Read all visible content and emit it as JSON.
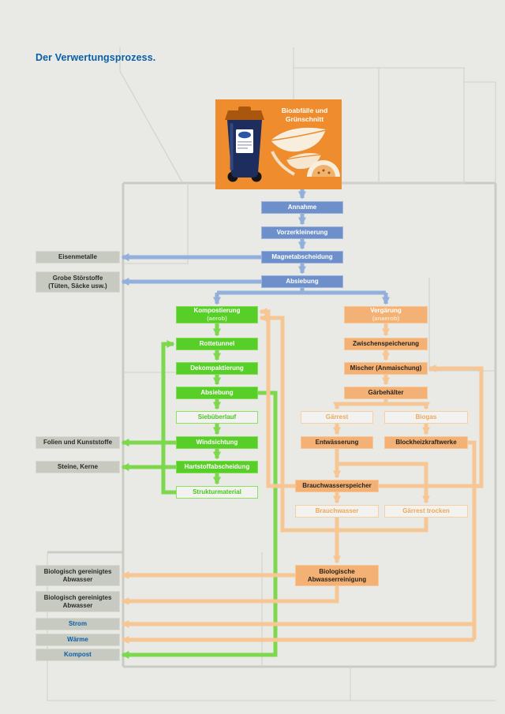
{
  "title": "Der Verwertungsprozess.",
  "source_box": {
    "line1": "Bioabfälle",
    "line2": "und Grünschnitt"
  },
  "pretreatment": {
    "annahme": "Annahme",
    "vorzerkleinerung": "Vorzerkleinerung",
    "magnetabscheidung": "Magnetabscheidung",
    "absiebung": "Absiebung"
  },
  "left_outputs": {
    "eisenmetalle": "Eisenmetalle",
    "grobe_line1": "Grobe Störstoffe",
    "grobe_line2": "(Tüten, Säcke usw.)",
    "folien": "Folien und Kunststoffe",
    "steine": "Steine, Kerne"
  },
  "composting": {
    "header_line1": "Kompostierung",
    "header_line2": "(aerob)",
    "rottetunnel": "Rottetunnel",
    "dekompaktierung": "Dekompaktierung",
    "absiebung": "Absiebung",
    "siebueberlauf": "Siebüberlauf",
    "windsichtung": "Windsichtung",
    "hartstoffabscheidung": "Hartstoffabscheidung",
    "strukturmaterial": "Strukturmaterial"
  },
  "fermentation": {
    "header_line1": "Vergärung",
    "header_line2": "(anaerob)",
    "zwischenspeicherung": "Zwischenspeicherung",
    "mischer": "Mischer (Anmaischung)",
    "gaerbehaelter": "Gärbehälter",
    "gaerrest": "Gärrest",
    "biogas": "Biogas",
    "entwaesserung": "Entwässerung",
    "blockheizkraftwerke": "Blockheizkraftwerke",
    "brauchwasserspeicher": "Brauchwasserspeicher",
    "brauchwasser": "Brauchwasser",
    "gaerrest_trocken": "Gärrest trocken",
    "abwasserreinigung_line1": "Biologische",
    "abwasserreinigung_line2": "Abwasserreinigung"
  },
  "final_outputs": {
    "abwasser_a_line1": "Biologisch gereinigtes",
    "abwasser_a_line2": "Abwasser",
    "abwasser_b_line1": "Biologisch gereinigtes",
    "abwasser_b_line2": "Abwasser",
    "strom": "Strom",
    "waerme": "Wärme",
    "kompost": "Kompost"
  },
  "colors": {
    "title_blue": "#0a5ea8",
    "flow_blue": "#6e90ca",
    "arrow_blue": "#93afdc",
    "flow_green": "#58ce28",
    "arrow_green": "#7ed84e",
    "flow_orange": "#f4b175",
    "arrow_orange": "#f6c795",
    "source_orange": "#ee8c2e",
    "gray_box": "#c7cac1",
    "background": "#e9eae5"
  }
}
